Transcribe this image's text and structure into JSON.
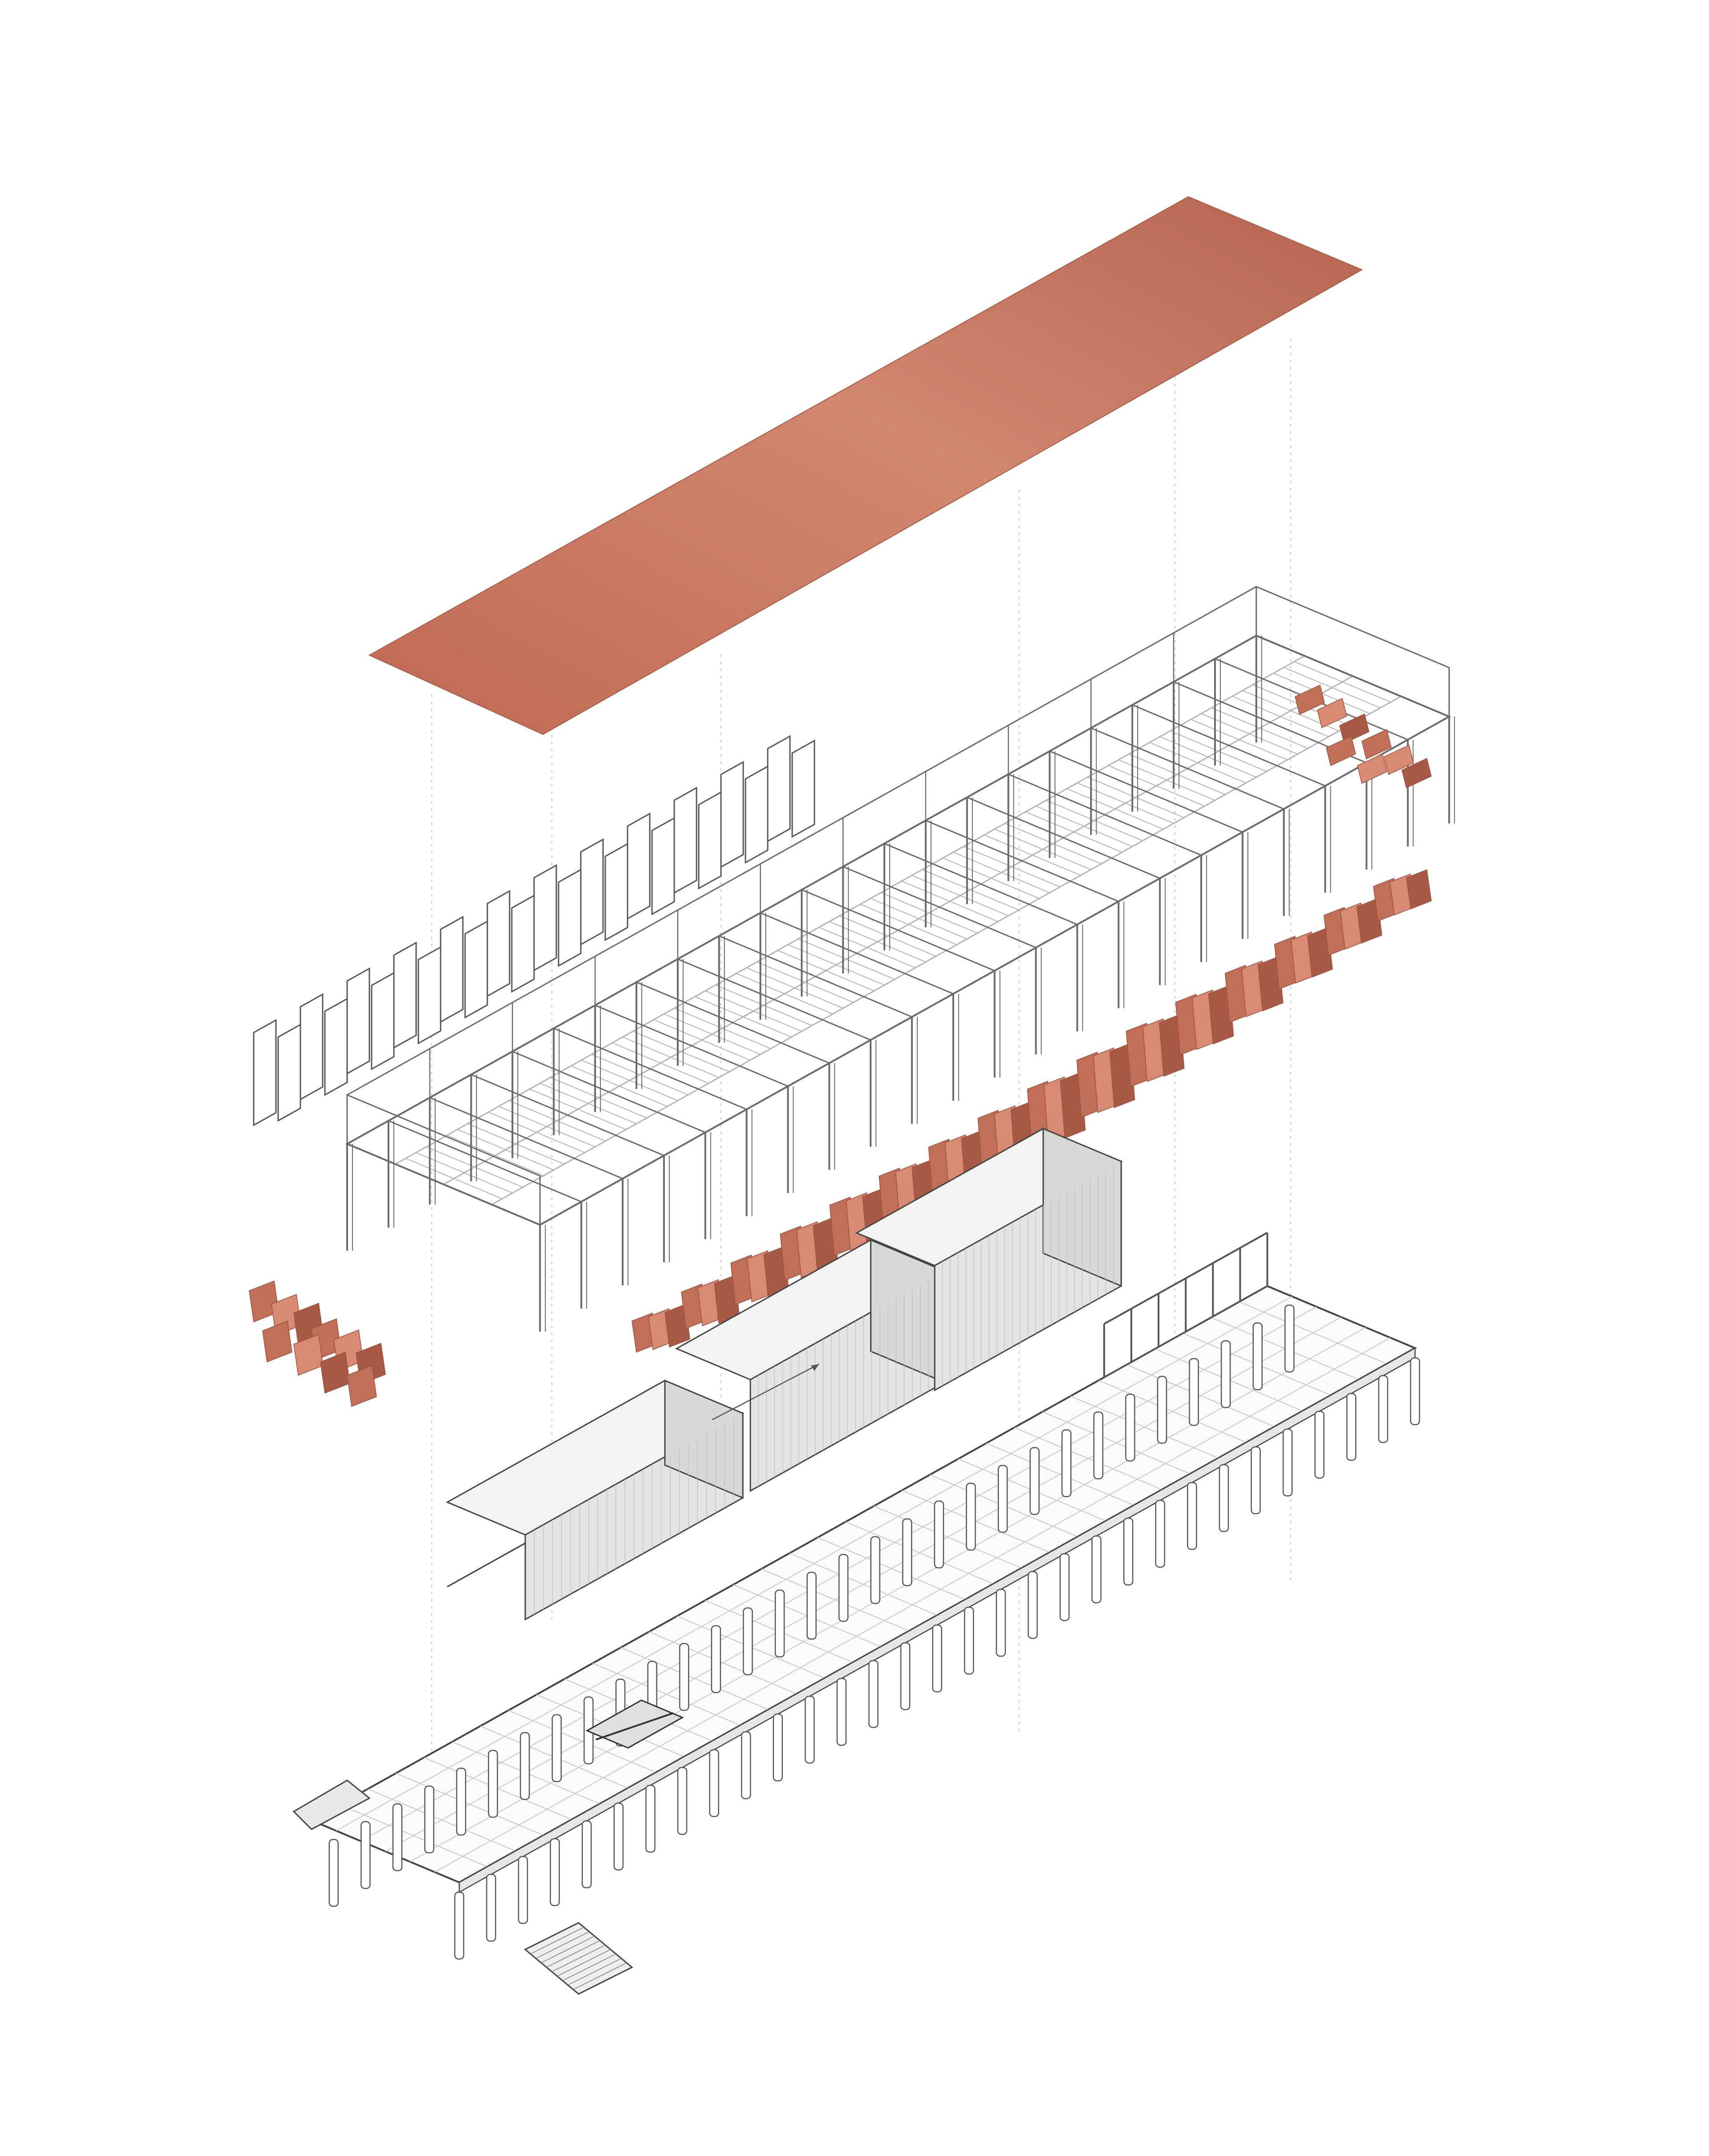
{
  "diagram": {
    "type": "exploded-axonometric",
    "layers": [
      "roof-plane",
      "timber-frame-structure",
      "terracotta-louvres",
      "facade-panels",
      "enclosed-volumes",
      "platform-deck-with-stairs"
    ],
    "colors": {
      "background": "#ffffff",
      "terracotta": "#c26f58",
      "terracotta_light": "#d98a72",
      "terracotta_dark": "#a95a44",
      "line": "#6a6a6a",
      "line_light": "#b5b5b5",
      "volume_fill": "#f3f3f3",
      "volume_shade": "#e4e4e4"
    }
  }
}
